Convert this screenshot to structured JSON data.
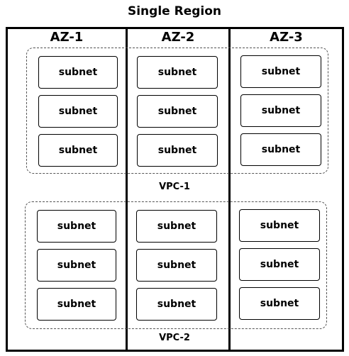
{
  "title": "Single Region",
  "availability_zones": [
    "AZ-1",
    "AZ-2",
    "AZ-3"
  ],
  "subnet_label": "subnet",
  "vpcs": [
    {
      "label": "VPC-1"
    },
    {
      "label": "VPC-2"
    }
  ]
}
